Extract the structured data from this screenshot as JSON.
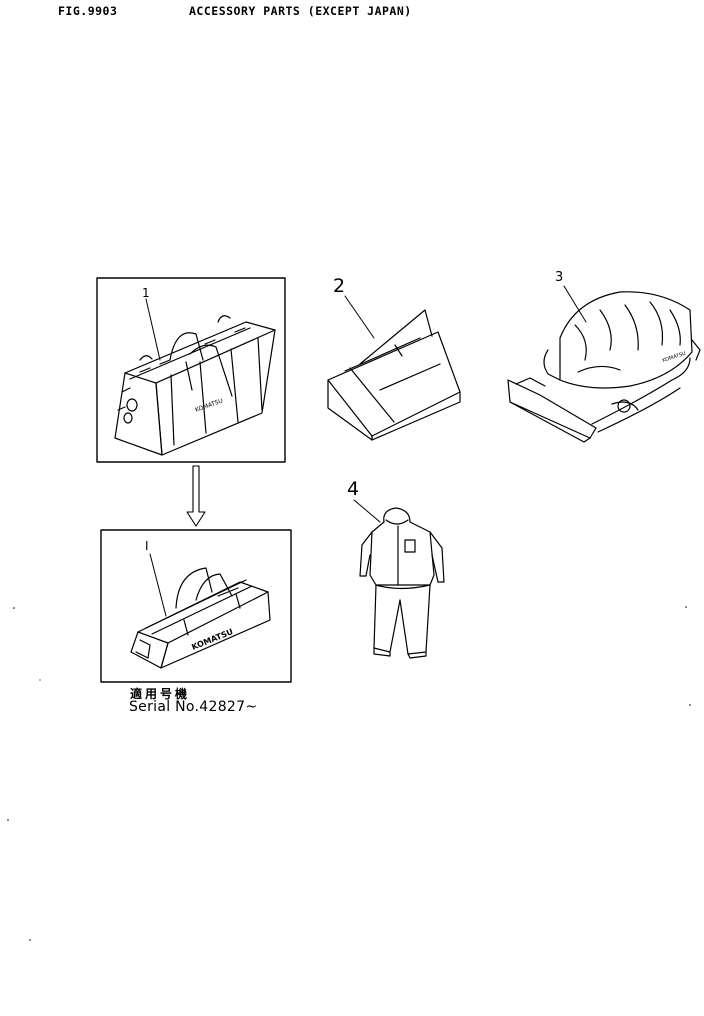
{
  "header": {
    "figure_number": "FIG.9903",
    "title": "ACCESSORY PARTS (EXCEPT JAPAN)"
  },
  "callouts": {
    "item_1_upper": "1",
    "item_2": "2",
    "item_3": "3",
    "item_4": "4",
    "item_1_lower": "I"
  },
  "applicability": {
    "japanese_label": "適用号機",
    "serial": "Serial  No.42827~"
  },
  "brand_on_bag": "KOMATSU"
}
